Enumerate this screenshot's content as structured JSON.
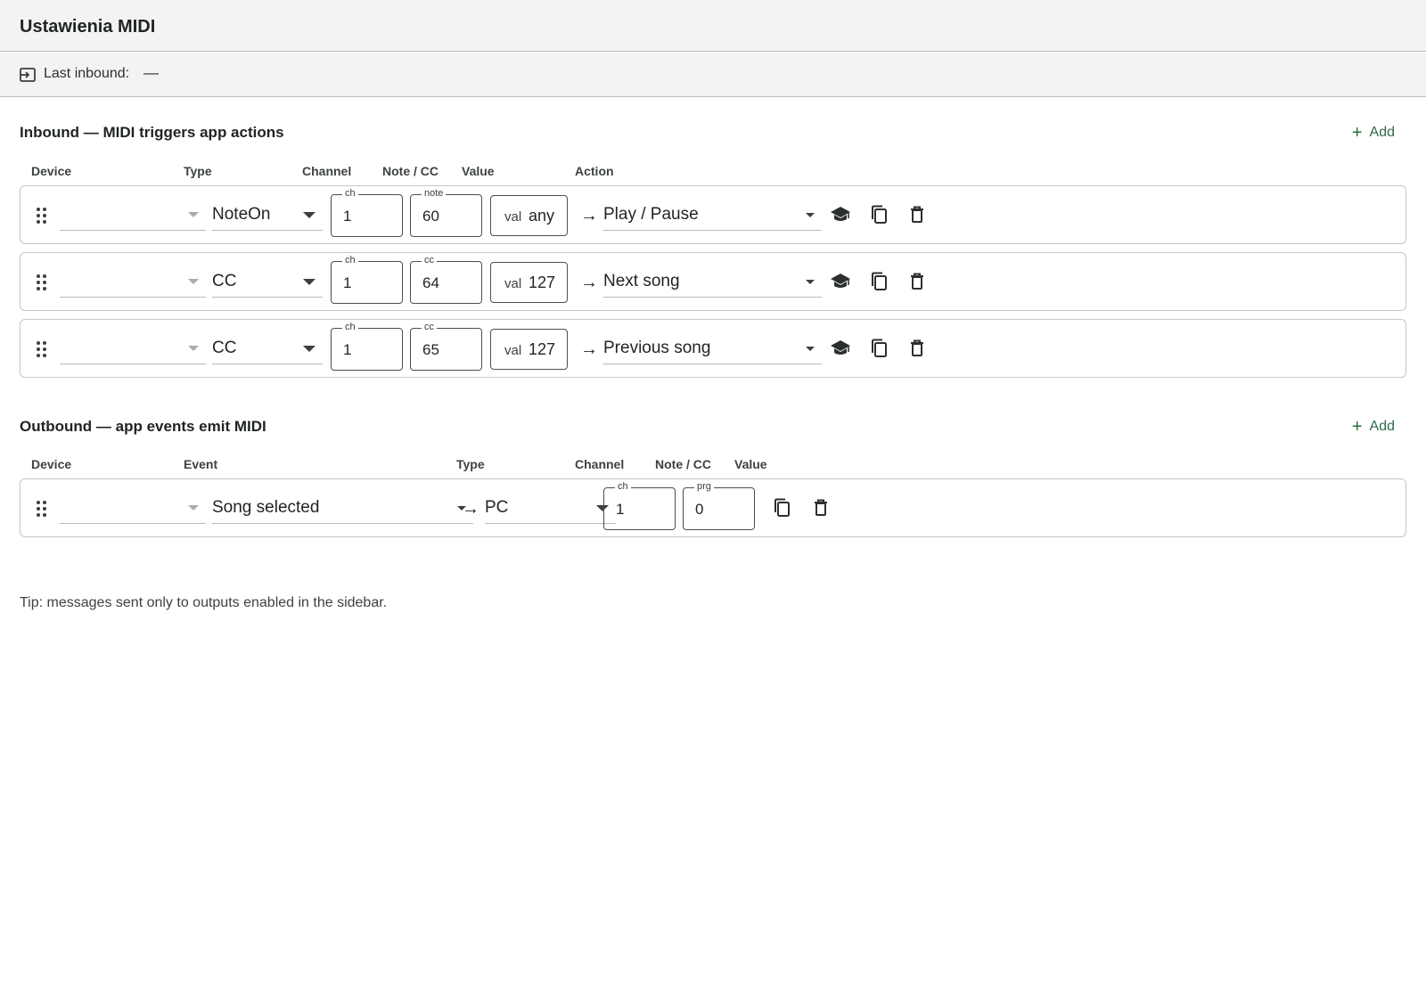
{
  "header": {
    "title": "Ustawienia MIDI"
  },
  "status": {
    "label": "Last inbound:",
    "value": "—"
  },
  "inbound": {
    "title": "Inbound — MIDI triggers app actions",
    "add_label": "Add",
    "columns": {
      "device": "Device",
      "type": "Type",
      "channel": "Channel",
      "note": "Note / CC",
      "value": "Value",
      "action": "Action"
    },
    "rows": [
      {
        "device": "",
        "type": "NoteOn",
        "ch_legend": "ch",
        "ch": "1",
        "note_legend": "note",
        "note": "60",
        "val_prefix": "val",
        "val": "any",
        "action": "Play / Pause"
      },
      {
        "device": "",
        "type": "CC",
        "ch_legend": "ch",
        "ch": "1",
        "note_legend": "cc",
        "note": "64",
        "val_prefix": "val",
        "val": "127",
        "action": "Next song"
      },
      {
        "device": "",
        "type": "CC",
        "ch_legend": "ch",
        "ch": "1",
        "note_legend": "cc",
        "note": "65",
        "val_prefix": "val",
        "val": "127",
        "action": "Previous song"
      }
    ]
  },
  "outbound": {
    "title": "Outbound — app events emit MIDI",
    "add_label": "Add",
    "columns": {
      "device": "Device",
      "event": "Event",
      "type": "Type",
      "channel": "Channel",
      "note": "Note / CC",
      "value": "Value"
    },
    "rows": [
      {
        "device": "",
        "event": "Song selected",
        "type": "PC",
        "ch_legend": "ch",
        "ch": "1",
        "prg_legend": "prg",
        "prg": "0"
      }
    ]
  },
  "tip": "Tip: messages sent only to outputs enabled in the sidebar.",
  "icons": {
    "inbound": "login-icon",
    "drag": "drag-handle-icon",
    "learn": "school-icon",
    "duplicate": "copy-icon",
    "delete": "trash-icon",
    "arrow": "arrow-right-icon",
    "add": "plus-icon"
  },
  "colors": {
    "accent": "#2f6b45",
    "header_bg": "#f3f4f2"
  }
}
